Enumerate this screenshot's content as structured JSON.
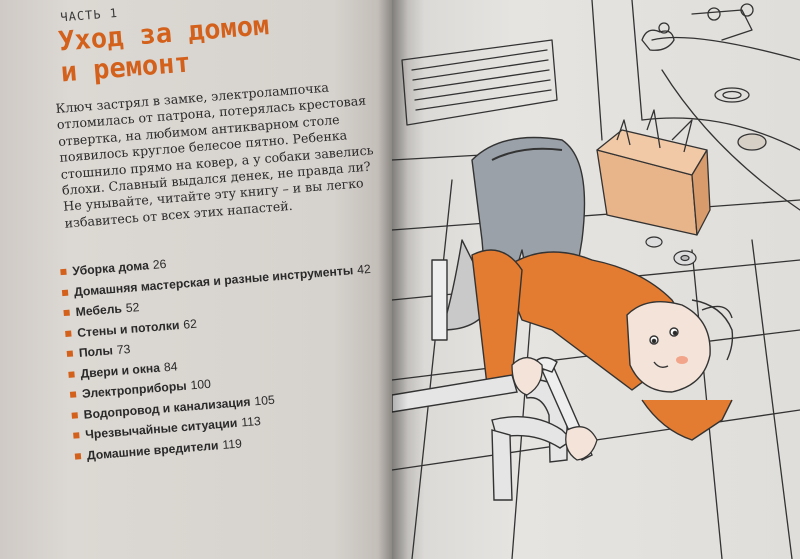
{
  "left_page": {
    "part_label": "ЧАСТЬ 1",
    "title_lines": [
      "Уход за домом",
      "и ремонт"
    ],
    "lead_lines": [
      "Ключ застрял в замке, электролампочка",
      "отломилась от патрона, потерялась крестовая",
      "отвертка, на любимом антикварном столе",
      "появилось круглое белесое пятно. Ребенка",
      "стошнило прямо на ковер, а у собаки завелись",
      "блохи. Славный выдался денек, не правда ли?",
      "Не унывайте, читайте эту книгу – и вы легко",
      "избавитесь от всех этих напастей."
    ],
    "toc": [
      {
        "name": "Уборка дома",
        "page": "26"
      },
      {
        "name": "Домашняя мастерская и разные инструменты",
        "page": "42"
      },
      {
        "name": "Мебель",
        "page": "52"
      },
      {
        "name": "Стены и потолки",
        "page": "62"
      },
      {
        "name": "Полы",
        "page": "73"
      },
      {
        "name": "Двери и окна",
        "page": "84"
      },
      {
        "name": "Электроприборы",
        "page": "100"
      },
      {
        "name": "Водопровод и канализация",
        "page": "105"
      },
      {
        "name": "Чрезвычайные ситуации",
        "page": "113"
      },
      {
        "name": "Домашние вредители",
        "page": "119"
      }
    ]
  },
  "colors": {
    "accent": "#d3601b",
    "text": "#2b2b2b",
    "page": "#dcd8d3"
  },
  "illustration": {
    "icon": "plumber-under-sink-illustration"
  }
}
